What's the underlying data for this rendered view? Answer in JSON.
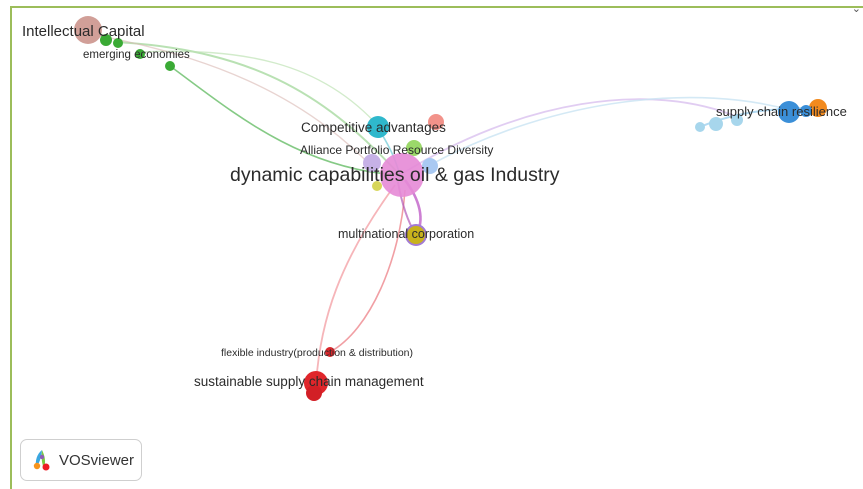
{
  "corner_mark": "⌄",
  "network": {
    "nodes": [
      {
        "id": "intellectual",
        "label": "Intellectual Capital",
        "color": "#c98e86"
      },
      {
        "id": "emerging",
        "label": "emerging economies",
        "color": "#3aaa35"
      },
      {
        "id": "competitive",
        "label": "Competitive advantages",
        "color": "#2fb8cc"
      },
      {
        "id": "alliance",
        "label": "Alliance Portfolio Resource Diversity",
        "color": "#9bd86a"
      },
      {
        "id": "dynamic",
        "label": "dynamic capabilities oil & gas Industry",
        "color": "#e58ad6"
      },
      {
        "id": "multinational",
        "label": "multinational corporation",
        "color": "#c8b21c"
      },
      {
        "id": "supply_resilience",
        "label": "supply chain resilience",
        "color": "#3b8fd8"
      },
      {
        "id": "flexible",
        "label": "flexible industry(production & distribution)",
        "color": "#d9262b"
      },
      {
        "id": "sustainable",
        "label": "sustainable supply chain management",
        "color": "#e0262b"
      }
    ]
  },
  "vosviewer": {
    "label": "VOSviewer",
    "logo_icon": "vosviewer-logo-icon"
  }
}
